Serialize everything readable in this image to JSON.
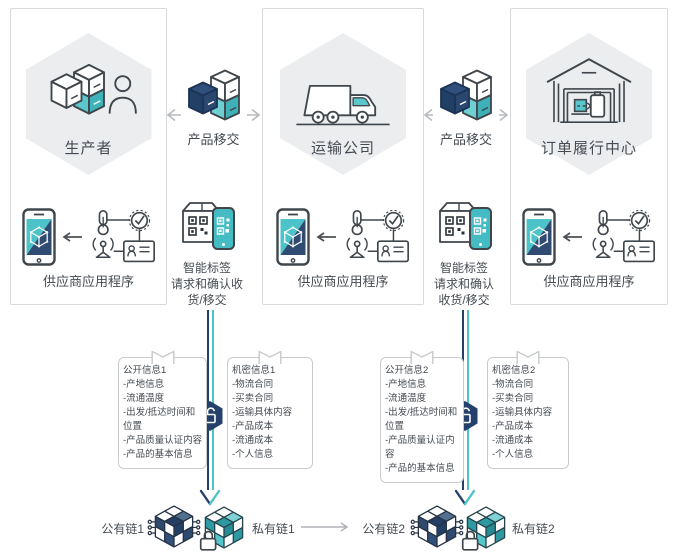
{
  "colors": {
    "teal": "#4cc3c9",
    "navy": "#24416b",
    "box_border": "#d7d9db",
    "hexagon_fill": "#ebedef",
    "text": "#454b52",
    "arrow_gray": "#b7bbbe"
  },
  "stations": [
    {
      "name": "生产者",
      "app_label": "供应商应用程序"
    },
    {
      "name": "运输公司",
      "app_label": "供应商应用程序"
    },
    {
      "name": "订单履行中心",
      "app_label": "供应商应用程序"
    }
  ],
  "handovers": [
    {
      "label": "产品移交"
    },
    {
      "label": "产品移交"
    }
  ],
  "smart_labels": [
    {
      "lines": [
        "智能标签",
        "请求和确认收",
        "货/移交"
      ]
    },
    {
      "lines": [
        "智能标签",
        "请求和确认",
        "收货/移交"
      ]
    }
  ],
  "info_cards": [
    {
      "title": "公开信息1",
      "items": [
        "-产地信息",
        "-流通温度",
        "-出发/抵达时间和位置",
        "-产品质量认证内容",
        "-产品的基本信息"
      ]
    },
    {
      "title": "机密信息1",
      "items": [
        "-物流合同",
        "-买卖合同",
        "-运输具体内容",
        "-产品成本",
        "-流通成本",
        "-个人信息"
      ]
    },
    {
      "title": "公开信息2",
      "items": [
        "-产地信息",
        "-流通温度",
        "-出发/抵达时间和位置",
        "-产品质量认证内容",
        "-产品的基本信息"
      ]
    },
    {
      "title": "机密信息2",
      "items": [
        "-物流合同",
        "-买卖合同",
        "-运输具体内容",
        "-产品成本",
        "-流通成本",
        "-个人信息"
      ]
    }
  ],
  "chains": [
    {
      "public_label": "公有链1",
      "private_label": "私有链1"
    },
    {
      "public_label": "公有链2",
      "private_label": "私有链2"
    }
  ]
}
